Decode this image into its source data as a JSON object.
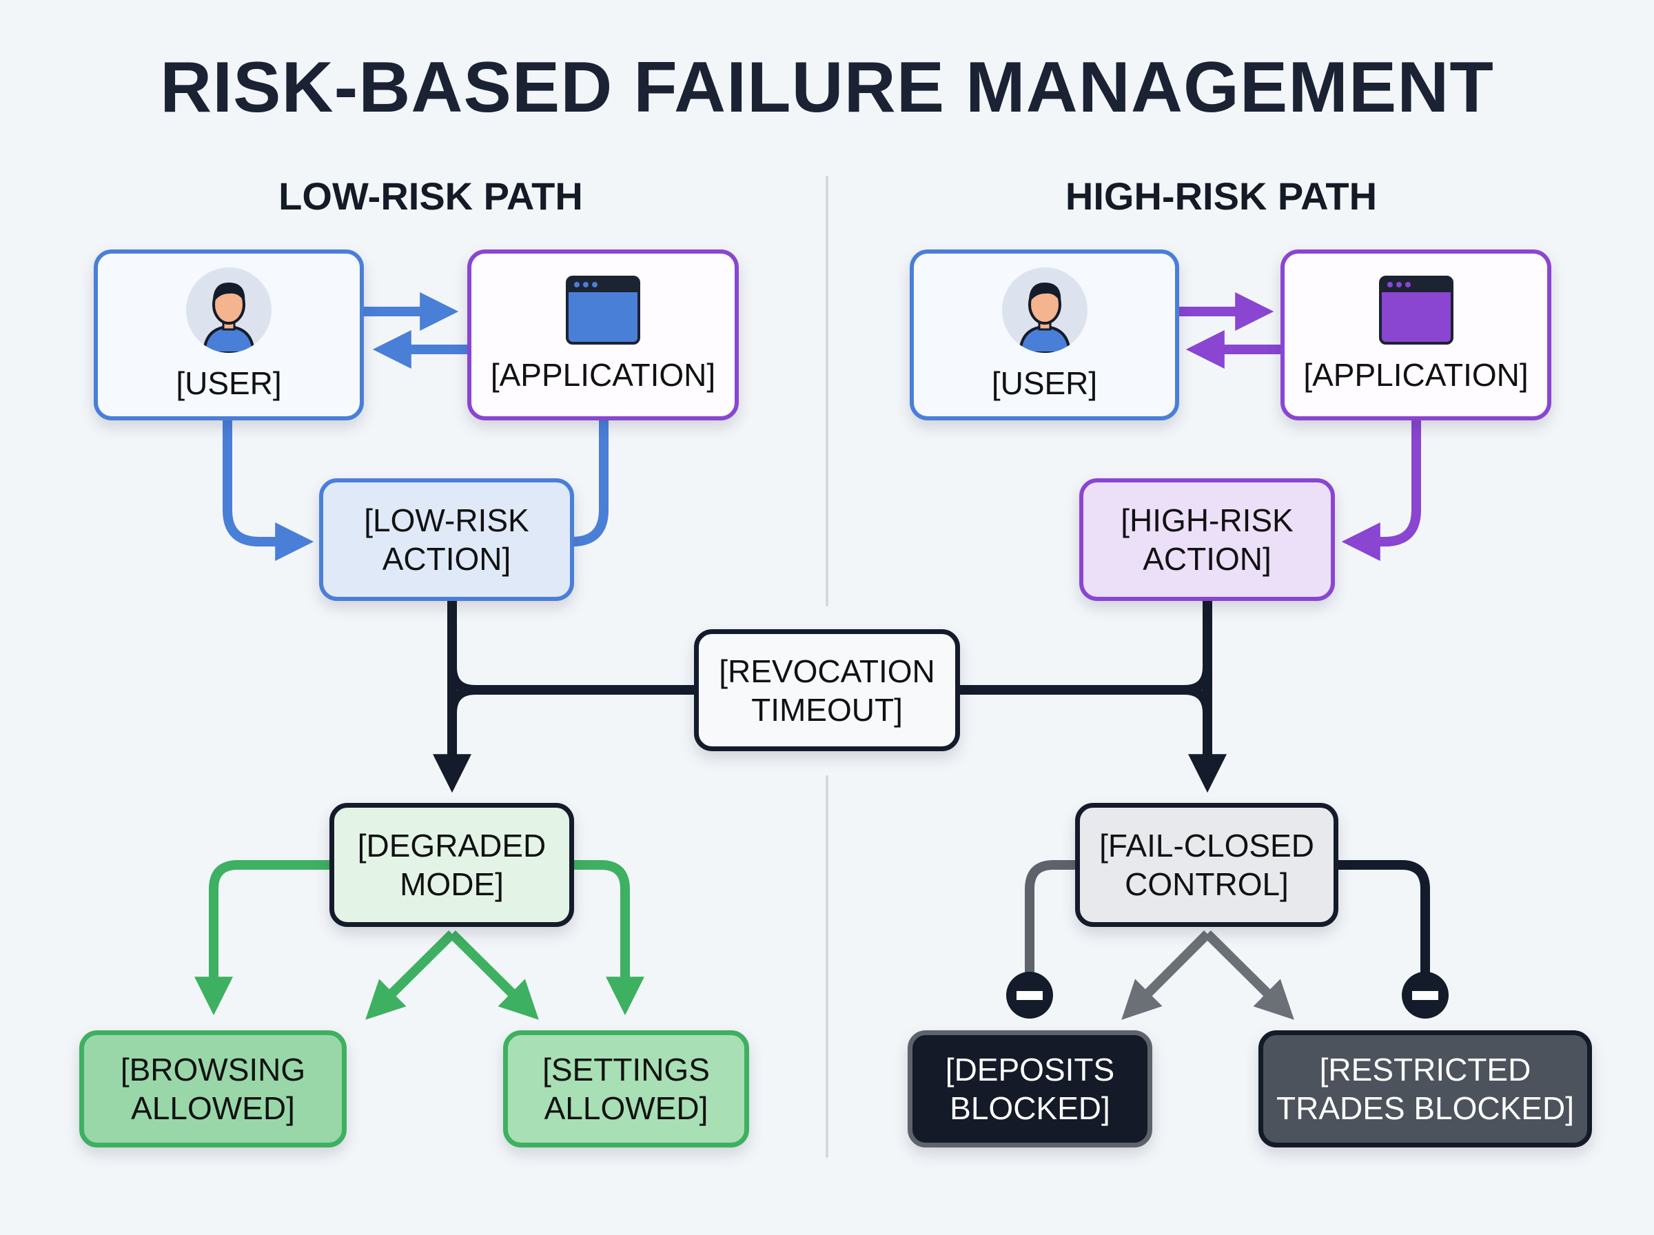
{
  "title": "RISK-BASED FAILURE MANAGEMENT",
  "sections": {
    "low": {
      "heading": "LOW-RISK PATH"
    },
    "high": {
      "heading": "HIGH-RISK PATH"
    }
  },
  "nodes": {
    "low_user": {
      "label": "[USER]",
      "icon": "user-avatar-icon"
    },
    "low_app": {
      "label": "[APPLICATION]",
      "icon": "app-window-icon"
    },
    "low_action": {
      "label": "[LOW-RISK\nACTION]"
    },
    "high_user": {
      "label": "[USER]",
      "icon": "user-avatar-icon"
    },
    "high_app": {
      "label": "[APPLICATION]",
      "icon": "app-window-icon"
    },
    "high_action": {
      "label": "[HIGH-RISK\nACTION]"
    },
    "revocation": {
      "label": "[REVOCATION\nTIMEOUT]"
    },
    "degraded": {
      "label": "[DEGRADED\nMODE]"
    },
    "browsing": {
      "label": "[BROWSING\nALLOWED]"
    },
    "settings": {
      "label": "[SETTINGS\nALLOWED]"
    },
    "failclosed": {
      "label": "[FAIL-CLOSED\nCONTROL]"
    },
    "deposits": {
      "label": "[DEPOSITS\nBLOCKED]"
    },
    "restricted": {
      "label": "[RESTRICTED\nTRADES BLOCKED]"
    }
  },
  "edges": [
    {
      "from": "low_user",
      "to": "low_app",
      "style": "arrow"
    },
    {
      "from": "low_app",
      "to": "low_user",
      "style": "arrow"
    },
    {
      "from": "low_user",
      "to": "low_action",
      "style": "arrow"
    },
    {
      "from": "low_app",
      "to": "low_action",
      "style": "line"
    },
    {
      "from": "high_user",
      "to": "high_app",
      "style": "arrow"
    },
    {
      "from": "high_app",
      "to": "high_user",
      "style": "arrow"
    },
    {
      "from": "high_app",
      "to": "high_action",
      "style": "arrow"
    },
    {
      "from": "low_action",
      "to": "degraded",
      "style": "arrow"
    },
    {
      "from": "high_action",
      "to": "failclosed",
      "style": "arrow"
    },
    {
      "from": "revocation",
      "to": "low_action_line",
      "style": "junction"
    },
    {
      "from": "revocation",
      "to": "high_action_line",
      "style": "junction"
    },
    {
      "from": "degraded",
      "to": "browsing",
      "style": "arrow"
    },
    {
      "from": "degraded",
      "to": "settings",
      "style": "arrow"
    },
    {
      "from": "failclosed",
      "to": "deposits",
      "style": "arrow"
    },
    {
      "from": "failclosed",
      "to": "restricted",
      "style": "arrow"
    },
    {
      "from": "failclosed",
      "to": "deposits",
      "style": "blocked"
    },
    {
      "from": "failclosed",
      "to": "restricted",
      "style": "blocked"
    }
  ],
  "colors": {
    "background": "#f3f6f9",
    "blue": "#4a7fd8",
    "purple": "#8a45d1",
    "dark": "#141b2a",
    "green": "#3eb061",
    "gray": "#5e636b",
    "divider": "#d5d9de"
  }
}
